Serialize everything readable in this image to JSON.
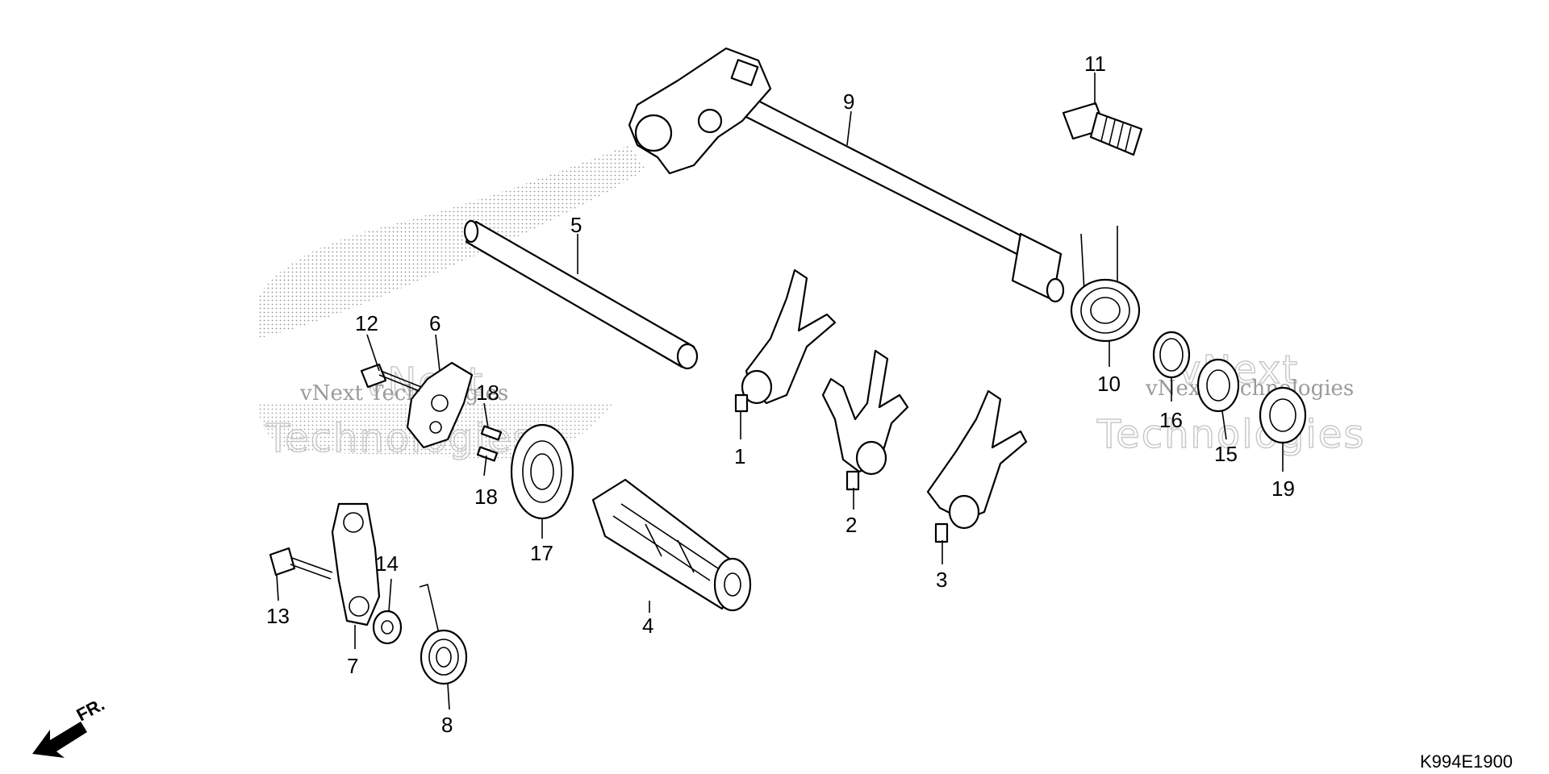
{
  "diagram": {
    "diagram_code": "K994E1900",
    "direction_label": "FR.",
    "watermark": {
      "line1": "vNext Technologies",
      "line2": "vNext",
      "line3": "Technologies"
    },
    "callouts": [
      {
        "id": "c1",
        "number": "1"
      },
      {
        "id": "c2",
        "number": "2"
      },
      {
        "id": "c3",
        "number": "3"
      },
      {
        "id": "c4",
        "number": "4"
      },
      {
        "id": "c5",
        "number": "5"
      },
      {
        "id": "c6",
        "number": "6"
      },
      {
        "id": "c7",
        "number": "7"
      },
      {
        "id": "c8",
        "number": "8"
      },
      {
        "id": "c9",
        "number": "9"
      },
      {
        "id": "c10",
        "number": "10"
      },
      {
        "id": "c11",
        "number": "11"
      },
      {
        "id": "c12",
        "number": "12"
      },
      {
        "id": "c13",
        "number": "13"
      },
      {
        "id": "c14",
        "number": "14"
      },
      {
        "id": "c15",
        "number": "15"
      },
      {
        "id": "c16",
        "number": "16"
      },
      {
        "id": "c17",
        "number": "17"
      },
      {
        "id": "c18a",
        "number": "18"
      },
      {
        "id": "c18b",
        "number": "18"
      },
      {
        "id": "c19",
        "number": "19"
      }
    ]
  }
}
